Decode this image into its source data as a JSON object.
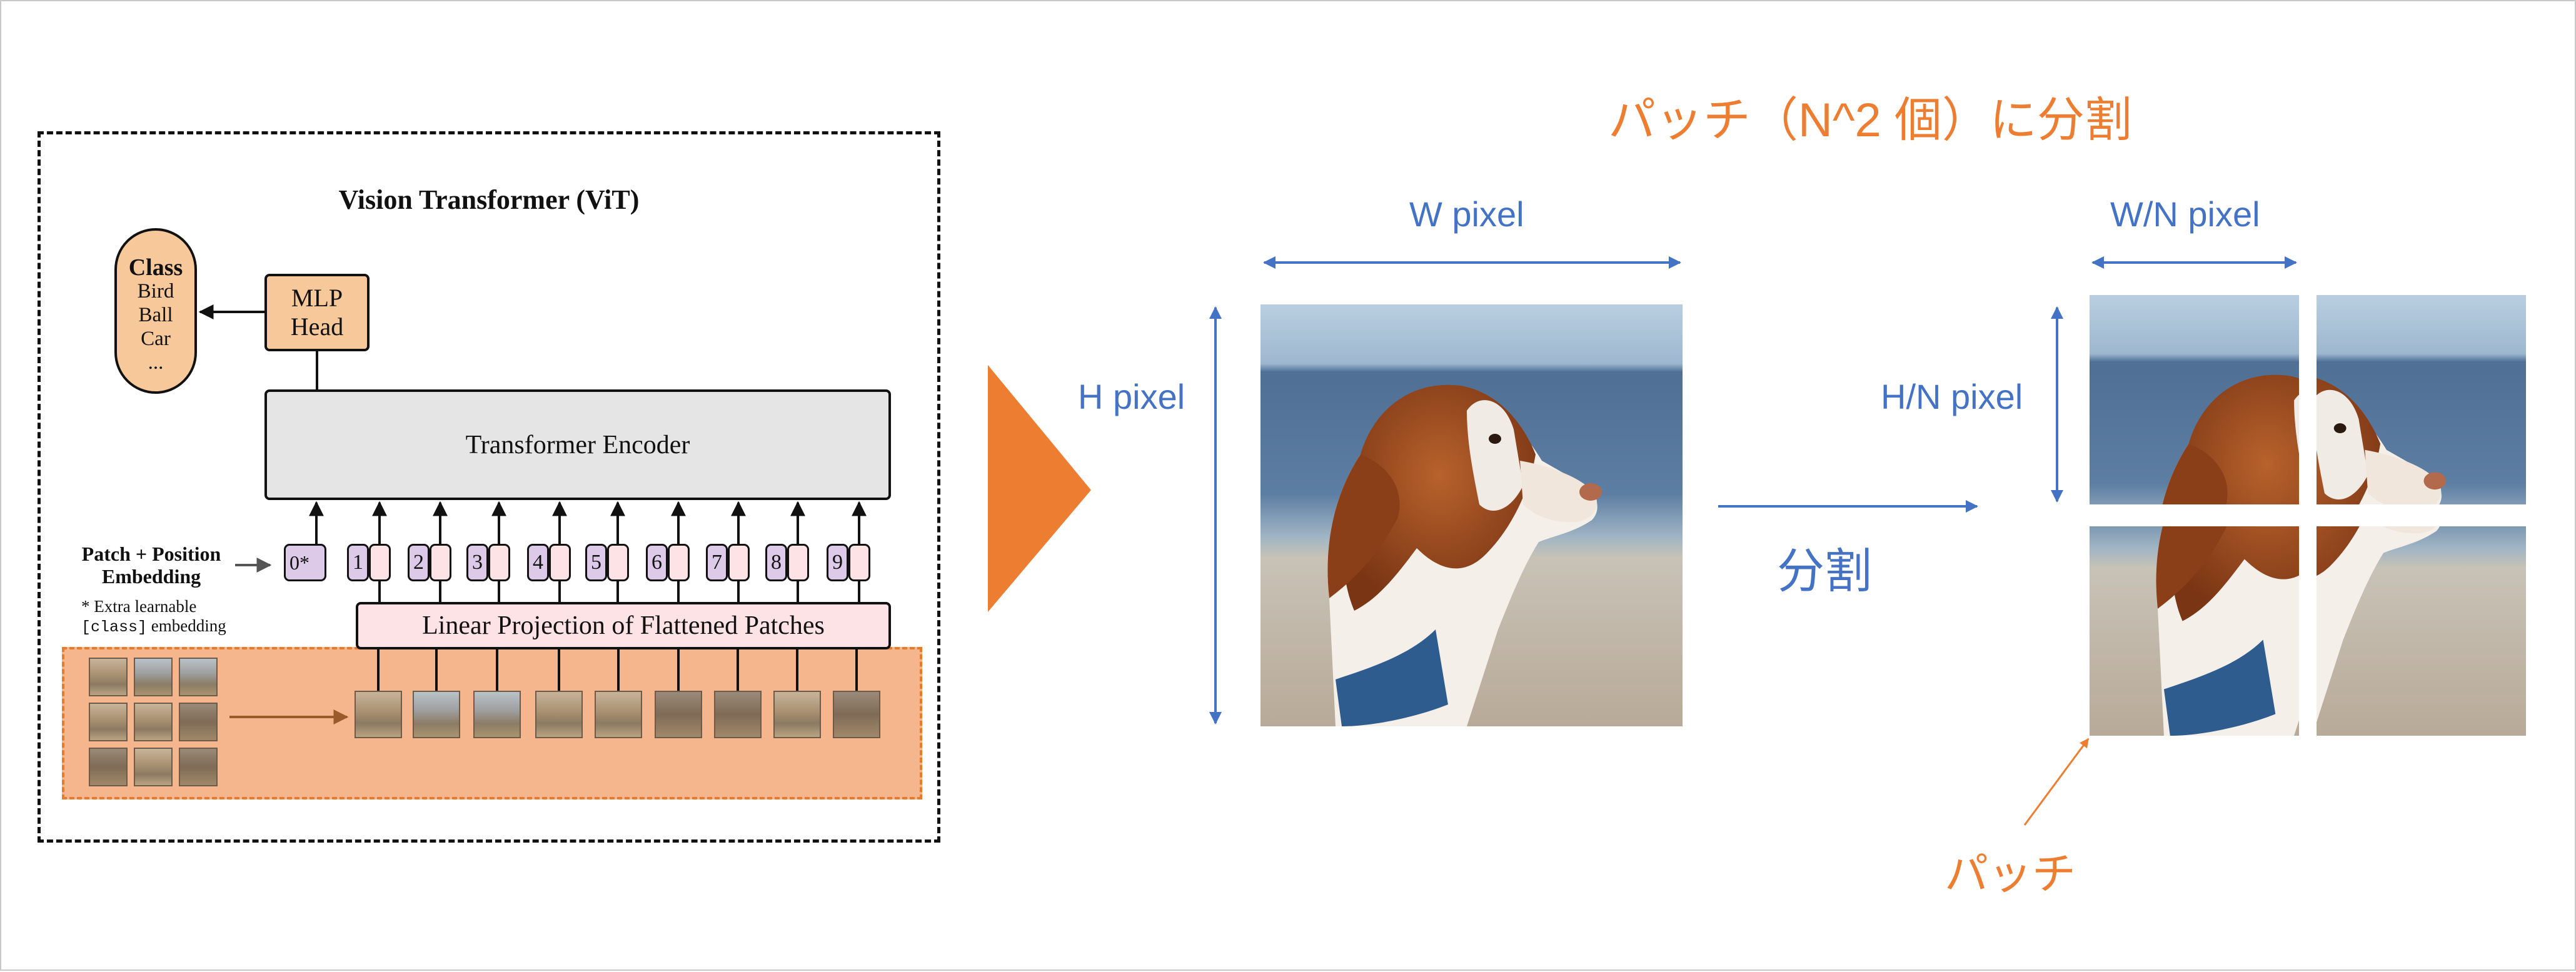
{
  "vit": {
    "title": "Vision Transformer (ViT)",
    "class_box": {
      "title": "Class",
      "items": [
        "Bird",
        "Ball",
        "Car",
        "..."
      ]
    },
    "mlp_head": {
      "line1": "MLP",
      "line2": "Head"
    },
    "encoder": "Transformer Encoder",
    "patch_position_label": {
      "line1": "Patch + Position",
      "line2": "Embedding"
    },
    "extra_note": {
      "line1": "* Extra learnable",
      "code": "[class]",
      "line2_suffix": " embedding"
    },
    "tokens": [
      "0*",
      "1",
      "2",
      "3",
      "4",
      "5",
      "6",
      "7",
      "8",
      "9"
    ],
    "linear_projection": "Linear Projection of Flattened Patches"
  },
  "right": {
    "title": "パッチ（N^2 個）に分割",
    "w_label": "W pixel",
    "h_label": "H pixel",
    "split_label": "分割",
    "wn_label": "W/N pixel",
    "hn_label": "H/N pixel",
    "patch_label": "パッチ"
  },
  "colors": {
    "orange_accent": "#ed7d31",
    "blue_label": "#4472c4",
    "class_fill": "#f7c99a",
    "encoder_fill": "#e5e5e5",
    "projection_fill": "#fde3e5",
    "token_purple": "#ddc9e8",
    "patch_band_fill": "#f5b68e"
  }
}
